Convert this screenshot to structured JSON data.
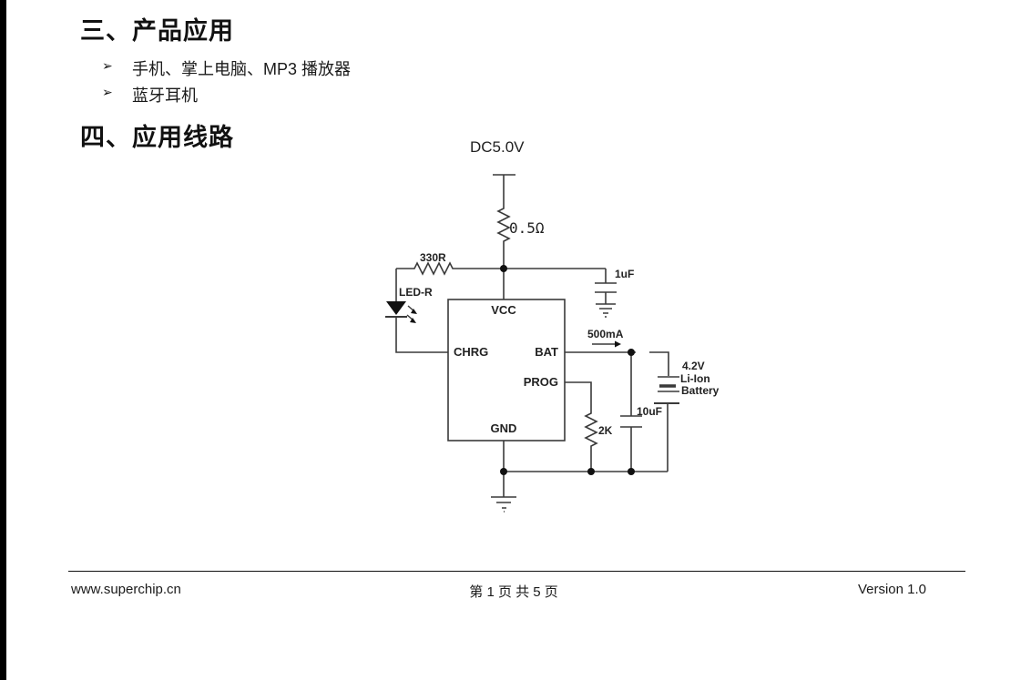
{
  "page": {
    "section3": {
      "number": "三、",
      "title": "产品应用"
    },
    "bullets": [
      {
        "marker": "➢",
        "text": "手机、掌上电脑、MP3 播放器"
      },
      {
        "marker": "➢",
        "text": "蓝牙耳机"
      }
    ],
    "section4": {
      "number": "四、",
      "title": "应用线路"
    }
  },
  "circuit": {
    "supply_label": "DC5.0V",
    "sense_resistor_value": "0.5Ω",
    "led_resistor_value": "330R",
    "led_label": "LED-R",
    "input_cap_value": "1uF",
    "ic_pins": {
      "vcc": "VCC",
      "chrg": "CHRG",
      "bat": "BAT",
      "prog": "PROG",
      "gnd": "GND"
    },
    "charge_current": "500mA",
    "battery": {
      "voltage": "4.2V",
      "chemistry": "Li-Ion",
      "name": "Battery"
    },
    "prog_resistor_value": "2K",
    "output_cap_value": "10uF"
  },
  "footer": {
    "website": "www.superchip.cn",
    "page_info": "第 1 页 共 5 页",
    "version": "Version 1.0"
  },
  "colors": {
    "line": "#3a3a3a",
    "text": "#222222"
  }
}
